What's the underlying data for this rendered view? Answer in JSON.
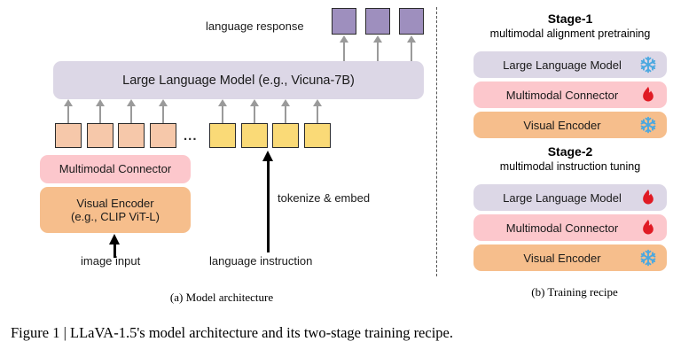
{
  "figure": {
    "caption": "Figure 1 | LLaVA-1.5's model architecture and its two-stage training recipe.",
    "subcaption_a": "(a) Model architecture",
    "subcaption_b": "(b) Training recipe"
  },
  "colors": {
    "purple": "#9e8fbe",
    "purple_light": "#dcd7e6",
    "peach": "#f6c8aa",
    "yellow": "#fada77",
    "pink": "#fcc7cc",
    "orange": "#f6be8c",
    "arrow_grey": "#9a9a9a",
    "arrow_black": "#000000",
    "snowflake": "#4aa8e0",
    "flame": "#e01b24",
    "divider": "#555555"
  },
  "architecture": {
    "response_label": "language response",
    "response_tokens": [
      "",
      "",
      ""
    ],
    "llm_label": "Large Language Model (e.g., Vicuna-7B)",
    "image_tokens": [
      "",
      "",
      "",
      ""
    ],
    "text_tokens": [
      "",
      "",
      "",
      ""
    ],
    "ellipsis": "...",
    "connector_label": "Multimodal Connector",
    "encoder_label_line1": "Visual Encoder",
    "encoder_label_line2": "(e.g., CLIP ViT-L)",
    "image_input_label": "image input",
    "language_instruction_label": "language instruction",
    "tokenize_label": "tokenize & embed"
  },
  "recipe": {
    "stages": [
      {
        "title": "Stage-1",
        "subtitle": "multimodal alignment pretraining",
        "rows": [
          {
            "label": "Large Language Model",
            "state": "frozen",
            "icon": "snowflake-icon"
          },
          {
            "label": "Multimodal Connector",
            "state": "trainable",
            "icon": "flame-icon"
          },
          {
            "label": "Visual Encoder",
            "state": "frozen",
            "icon": "snowflake-icon"
          }
        ]
      },
      {
        "title": "Stage-2",
        "subtitle": "multimodal instruction tuning",
        "rows": [
          {
            "label": "Large Language Model",
            "state": "trainable",
            "icon": "flame-icon"
          },
          {
            "label": "Multimodal Connector",
            "state": "trainable",
            "icon": "flame-icon"
          },
          {
            "label": "Visual Encoder",
            "state": "frozen",
            "icon": "snowflake-icon"
          }
        ]
      }
    ]
  }
}
